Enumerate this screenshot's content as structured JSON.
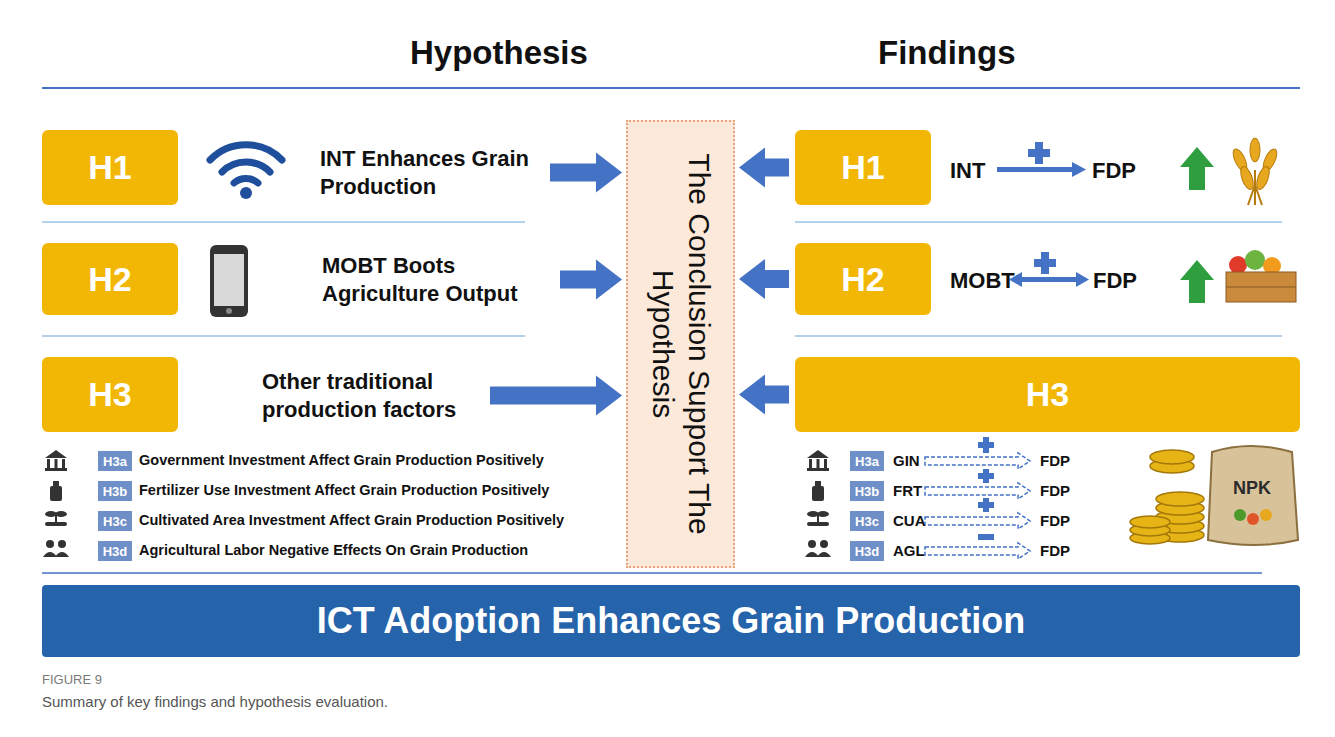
{
  "diagram": {
    "caption": "Summary of key findings and hypothesis evaluation.",
    "nodes": [
      {
        "text": [
          "H1"
        ]
      },
      {
        "text": [
          "INT Enhances Grain Production"
        ]
      },
      {
        "text": [
          "H2"
        ]
      },
      {
        "text": [
          "MOBT Boots Agriculture Output"
        ]
      },
      {
        "text": [
          "H3"
        ]
      },
      {
        "text": [
          "Other traditional production factors"
        ]
      },
      {
        "text": [
          "H3a"
        ]
      },
      {
        "text": [
          "H3b"
        ]
      },
      {
        "text": [
          "H3c"
        ]
      },
      {
        "text": [
          "H3d"
        ]
      },
      {
        "text": [
          "The Conclusion Support The Hypothesis"
        ]
      },
      {
        "text": [
          "H1"
        ]
      },
      {
        "text": [
          "H2"
        ]
      },
      {
        "text": [
          "H3"
        ]
      },
      {
        "text": [
          "H3a"
        ]
      },
      {
        "text": [
          "H3b"
        ]
      },
      {
        "text": [
          "H3c"
        ]
      },
      {
        "text": [
          "H3d"
        ]
      },
      {
        "text": [
          "ICT Adoption Enhances Grain Production"
        ]
      }
    ],
    "edges": [
      {
        "from": 1,
        "to": 10,
        "arrow": "to"
      },
      {
        "from": 3,
        "to": 10,
        "arrow": "to"
      },
      {
        "from": 5,
        "to": 10,
        "arrow": "to"
      },
      {
        "from": 11,
        "to": 10,
        "arrow": "to"
      },
      {
        "from": 12,
        "to": 10,
        "arrow": "to"
      },
      {
        "from": 13,
        "to": 10,
        "arrow": "to"
      }
    ],
    "labels": [
      "Hypothesis",
      "Findings",
      "INT",
      "FDP",
      "MOBT",
      "FDP",
      "Government Investment Affect Grain Production Positively",
      "Fertilizer Use Investment Affect Grain Production Positively",
      "Cultivated Area Investment Affect Grain Production Positively",
      "Agricultural Labor Negative Effects On Grain Production",
      "GIN",
      "FDP",
      "FRT",
      "FDP",
      "CUA",
      "FDP",
      "AGL",
      "FDP",
      "NPK",
      "FIGURE 9"
    ]
  }
}
